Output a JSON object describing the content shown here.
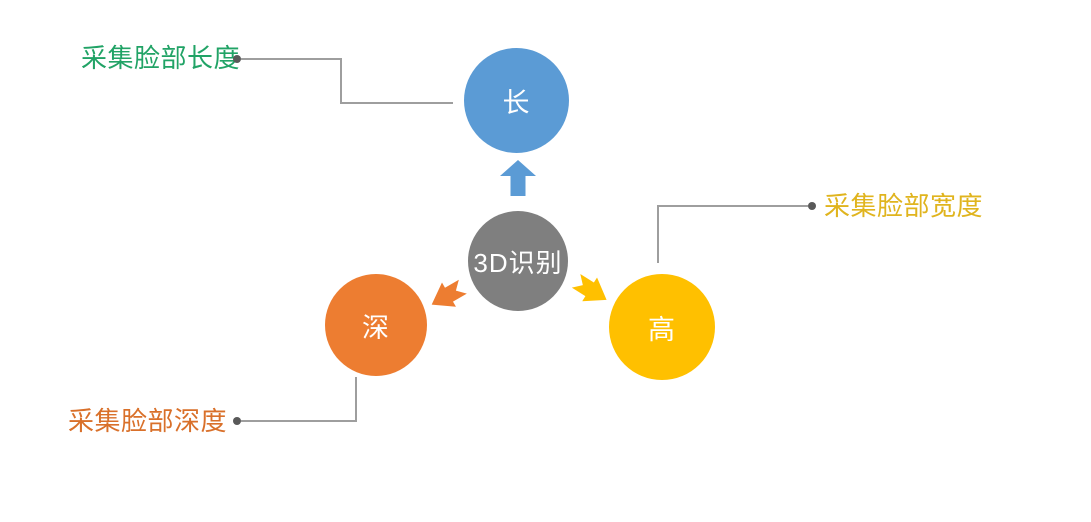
{
  "page": {
    "background": "#FFFFFF"
  },
  "diagram": {
    "center_node": {
      "label": "3D识别",
      "color": "#7F7F7F",
      "text_color": "#FFFFFF"
    },
    "nodes": [
      {
        "id": "length",
        "label": "长",
        "color": "#5B9BD5"
      },
      {
        "id": "depth",
        "label": "深",
        "color": "#ED7D31"
      },
      {
        "id": "height",
        "label": "高",
        "color": "#FFC000"
      }
    ],
    "arrows": [
      {
        "id": "arrow-up",
        "direction": "up",
        "color": "#5B9BD5"
      },
      {
        "id": "arrow-down-left",
        "direction": "down-left",
        "color": "#ED7D31"
      },
      {
        "id": "arrow-down-right",
        "direction": "down-right",
        "color": "#FFC000"
      }
    ],
    "annotations": [
      {
        "id": "length",
        "text": "采集脸部长度",
        "color": "#21A366"
      },
      {
        "id": "width",
        "text": "采集脸部宽度",
        "color": "#E0B41E"
      },
      {
        "id": "depth",
        "text": "采集脸部深度",
        "color": "#D9702A"
      }
    ],
    "connector": {
      "line_color": "#9E9E9E",
      "dot_color": "#595959"
    }
  }
}
